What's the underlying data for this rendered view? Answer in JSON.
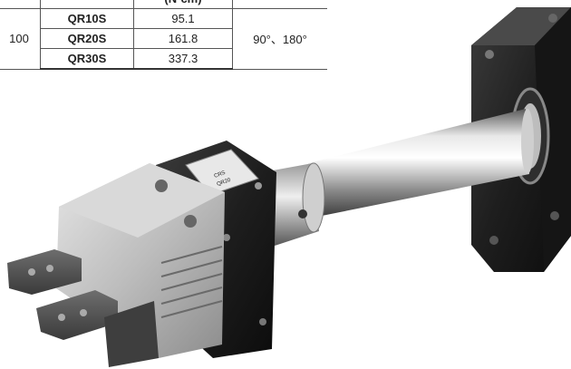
{
  "table": {
    "header_unit": "(N·cm)",
    "group_value": "100",
    "rows": [
      {
        "model": "QR10S",
        "torque": "95.1"
      },
      {
        "model": "QR20S",
        "torque": "161.8"
      },
      {
        "model": "QR30S",
        "torque": "337.3"
      }
    ],
    "rotation_angle": "90°、180°"
  },
  "photo": {
    "body_label_line1": "CRS",
    "body_label_line2": "QR20"
  }
}
